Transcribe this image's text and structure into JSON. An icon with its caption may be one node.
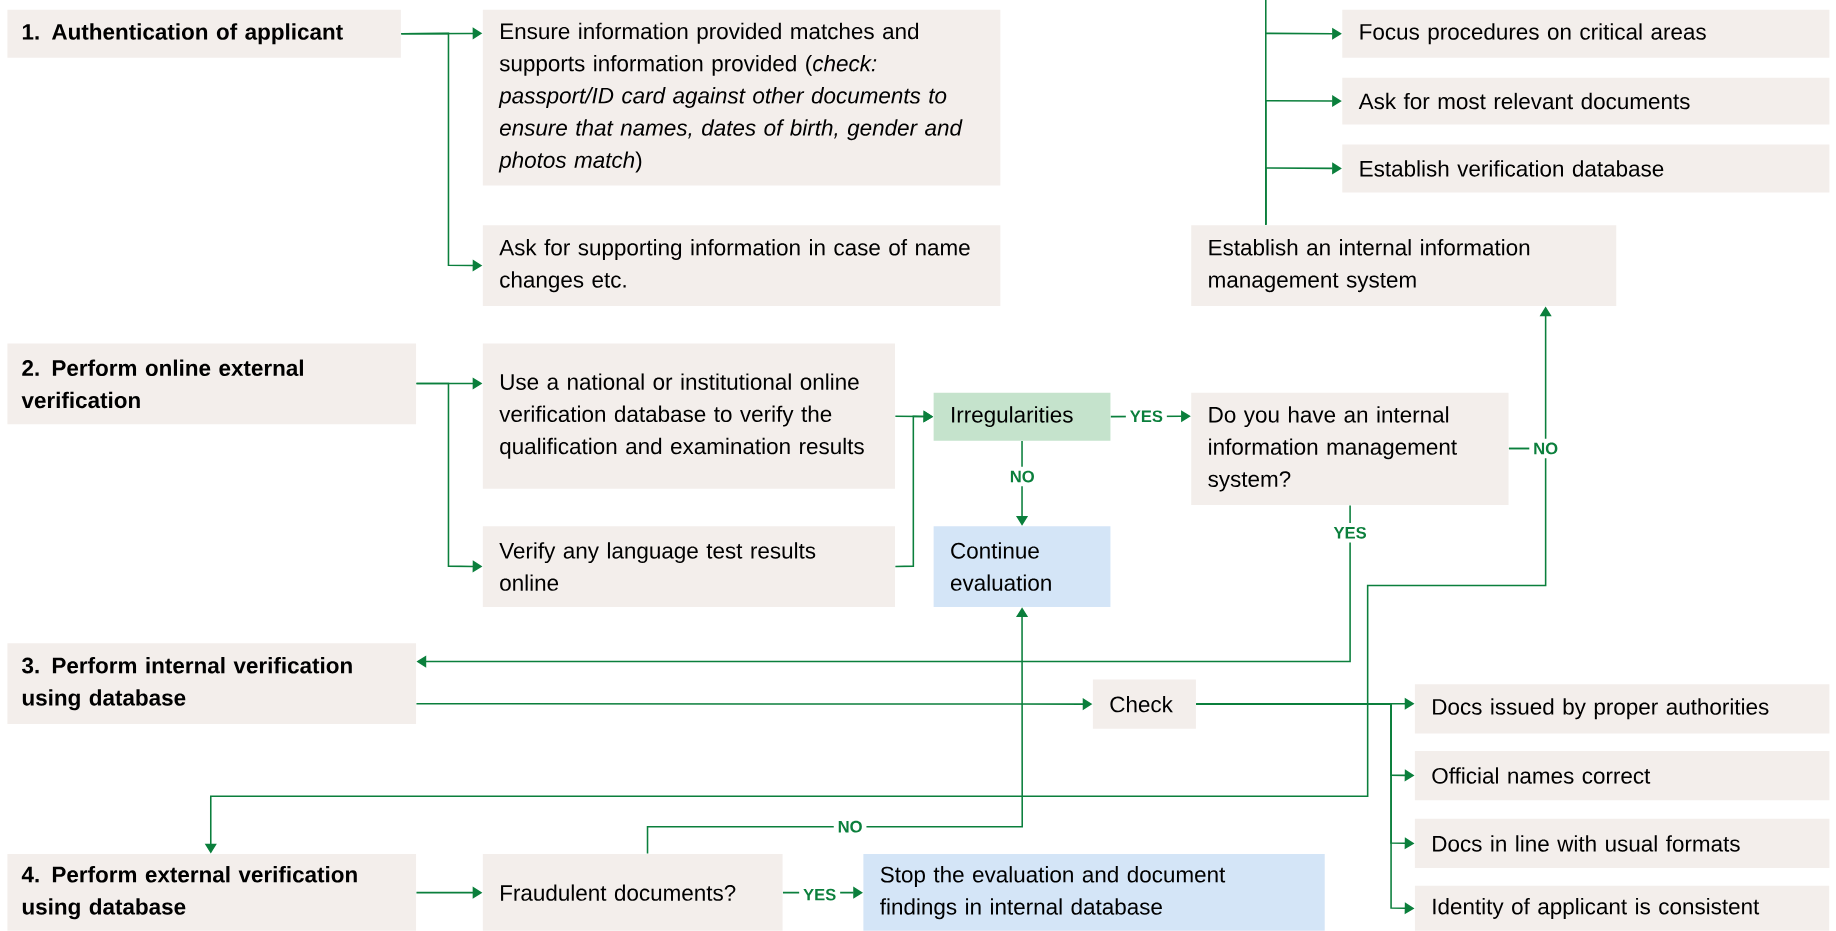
{
  "diagram": {
    "nodes": [
      {
        "text": [
          "1. Authentication of applicant"
        ]
      },
      {
        "text": [
          "Ensure information provided matches and supports information provided (*check: passport/ID card against other documents to ensure that names, dates of birth, gender and photos match*)"
        ]
      },
      {
        "text": [
          "Ask for supporting information in case of name changes etc."
        ]
      },
      {
        "text": [
          "Focus procedures on critical areas"
        ]
      },
      {
        "text": [
          "Ask for most relevant documents"
        ]
      },
      {
        "text": [
          "Establish verification database"
        ]
      },
      {
        "text": [
          "Establish an internal information management system"
        ]
      },
      {
        "text": [
          "2. Perform online external verification"
        ]
      },
      {
        "text": [
          "Use a national or institutional online verification database to verify the qualification and examination results"
        ]
      },
      {
        "text": [
          "Irregularities"
        ]
      },
      {
        "text": [
          "Do you have an internal information management system?"
        ]
      },
      {
        "text": [
          "Verify any language test results online"
        ]
      },
      {
        "text": [
          "Continue evaluation"
        ]
      },
      {
        "text": [
          "3. Perform internal verification using database"
        ]
      },
      {
        "text": [
          "Check"
        ]
      },
      {
        "text": [
          "Docs issued by proper authorities"
        ]
      },
      {
        "text": [
          "Official names correct"
        ]
      },
      {
        "text": [
          "4. Perform external verification using database"
        ]
      },
      {
        "text": [
          "Fraudulent documents?"
        ]
      },
      {
        "text": [
          "Stop the evaluation and document findings in internal database"
        ]
      },
      {
        "text": [
          "Docs in line with usual formats"
        ]
      },
      {
        "text": [
          "Identity of applicant is consistent"
        ]
      }
    ],
    "edges": [
      {
        "from": 0,
        "to": 1,
        "arrow": "to"
      },
      {
        "from": 0,
        "to": 2,
        "arrow": "to"
      },
      {
        "from": 6,
        "to": 3,
        "arrow": "to"
      },
      {
        "from": 6,
        "to": 4,
        "arrow": "to"
      },
      {
        "from": 6,
        "to": 5,
        "arrow": "to"
      },
      {
        "from": 7,
        "to": 8,
        "arrow": "to"
      },
      {
        "from": 7,
        "to": 11,
        "arrow": "to"
      },
      {
        "from": 8,
        "to": 9,
        "arrow": "to"
      },
      {
        "from": 11,
        "to": 9,
        "arrow": "to"
      },
      {
        "from": 9,
        "to": 10,
        "arrow": "to",
        "label": "YES"
      },
      {
        "from": 9,
        "to": 12,
        "arrow": "to",
        "label": "NO"
      },
      {
        "from": 10,
        "to": 6,
        "arrow": "to",
        "label": "NO"
      },
      {
        "from": 10,
        "to": 17,
        "arrow": "to"
      },
      {
        "from": 10,
        "to": 13,
        "arrow": "to",
        "label": "YES"
      },
      {
        "from": 13,
        "to": 14,
        "arrow": "to"
      },
      {
        "from": 14,
        "to": 15,
        "arrow": "to"
      },
      {
        "from": 14,
        "to": 16,
        "arrow": "to"
      },
      {
        "from": 14,
        "to": 20,
        "arrow": "to"
      },
      {
        "from": 14,
        "to": 21,
        "arrow": "to"
      },
      {
        "from": 17,
        "to": 18,
        "arrow": "to"
      },
      {
        "from": 18,
        "to": 19,
        "arrow": "to",
        "label": "YES"
      },
      {
        "from": 18,
        "to": 12,
        "arrow": "to",
        "label": "NO"
      }
    ]
  }
}
